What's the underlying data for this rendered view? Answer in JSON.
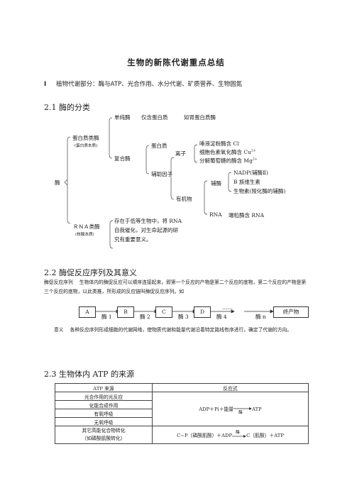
{
  "title": "生物的新陈代谢重点总结",
  "section1": {
    "num": "I",
    "text": "植物代谢部分：酶与ATP、光合作用、水分代谢、矿质营养、生物固氮"
  },
  "s21": {
    "heading": "2.1 酶的分类",
    "root": "酶",
    "protein": {
      "label": "蛋白质类酶",
      "note": "(蛋白质本质)"
    },
    "simple": {
      "label": "单纯酶",
      "desc1": "仅含蛋白质",
      "desc2": "如胃蛋白质酶"
    },
    "complex": "复合酶",
    "protein_part": "蛋白质",
    "cofactor": "辅助因子",
    "ion": "离子",
    "ion_items": [
      "唾液淀粉酶含 Cl",
      "细胞色素氧化酶含 Cu",
      "分解葡萄糖的酶含 Mg"
    ],
    "ion_sup": [
      "-",
      "2+",
      "2+"
    ],
    "organic": "有机物",
    "coenzyme": "辅酶",
    "coenzyme_items": [
      "NADP(辅酶Ⅱ)",
      "B 族维生素",
      "生物素(羧化酶的辅酶)"
    ],
    "rna_branch": "RNA",
    "rna_desc": "端粒酶含 RNA",
    "rna_enzyme": {
      "label": "ＲＮＡ类酶",
      "note": "(核酸本质)"
    },
    "rna_lines": [
      "存在于低等生物中，将 RNA",
      "自我催化，对生命起源的研",
      "究有重要意义。"
    ]
  },
  "s22": {
    "heading": "2.2 酶促反应序列及其意义",
    "para1": "酶促反应序列　 生物体内的酶促反应可以顺序连接起来，即第一个反应的产物是第二个反应的底物，第二个反应的产物是第三个反应的底物，以此类推，所形成的反应链叫酶促反应序列。如",
    "boxes": [
      "A",
      "B",
      "C",
      "D",
      "……",
      "终产物"
    ],
    "enzymes": [
      "酶 1",
      "酶 2",
      "酶 3",
      "酶 4",
      "酶 n"
    ],
    "para2": "意义　 各种反应序列形成细胞的代谢网络，使物质代谢和能量代谢沿着特定路线有序进行，确定了代谢的方向。"
  },
  "s23": {
    "heading": "2.3 生物体内 ATP 的来源",
    "col1": "ATP 来源",
    "col2": "反应式",
    "rows": [
      "光合作用的光反应",
      "化能合成作用",
      "有氧呼吸",
      "无氧呼吸"
    ],
    "equation1": "ADP＋Pi＋能量",
    "equation1_arrow": "酶",
    "equation1_product": "ATP",
    "row5_line1": "其它高能化合物转化",
    "row5_line2": "（如磷酸肌酸转化）",
    "equation2_left": "C~P（磷酸肌酸）＋ADP",
    "equation2_arrow": "酶",
    "equation2_right": "C（肌酸）＋ATP"
  }
}
